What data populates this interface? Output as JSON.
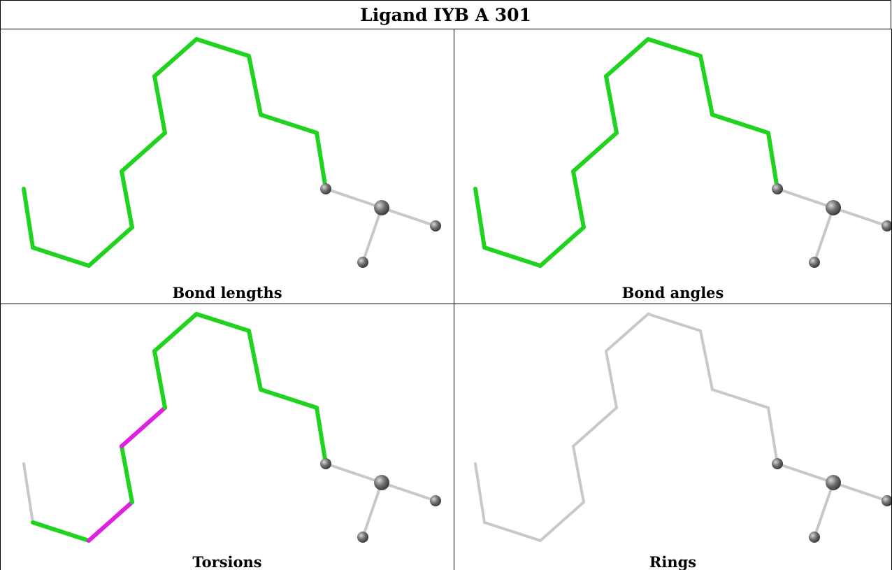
{
  "title": "Ligand IYB A 301",
  "colors": {
    "good_bond": "#1fd31f",
    "outlier_bond": "#e020e0",
    "neutral_bond": "#c8c8c8",
    "atom": "#707070",
    "border": "#000000"
  },
  "panels": [
    {
      "caption": "Bond lengths",
      "chain_colors": [
        "green",
        "green",
        "green",
        "green",
        "green",
        "green",
        "green",
        "green",
        "green",
        "green",
        "green",
        "green"
      ]
    },
    {
      "caption": "Bond angles",
      "chain_colors": [
        "green",
        "green",
        "green",
        "green",
        "green",
        "green",
        "green",
        "green",
        "green",
        "green",
        "green",
        "green"
      ]
    },
    {
      "caption": "Torsions",
      "chain_colors": [
        "grey",
        "green",
        "magenta",
        "green",
        "magenta",
        "green",
        "green",
        "green",
        "green",
        "green",
        "green",
        "green"
      ]
    },
    {
      "caption": "Rings",
      "chain_colors": [
        "grey",
        "grey",
        "grey",
        "grey",
        "grey",
        "grey",
        "grey",
        "grey",
        "grey",
        "grey",
        "grey",
        "grey"
      ]
    }
  ]
}
